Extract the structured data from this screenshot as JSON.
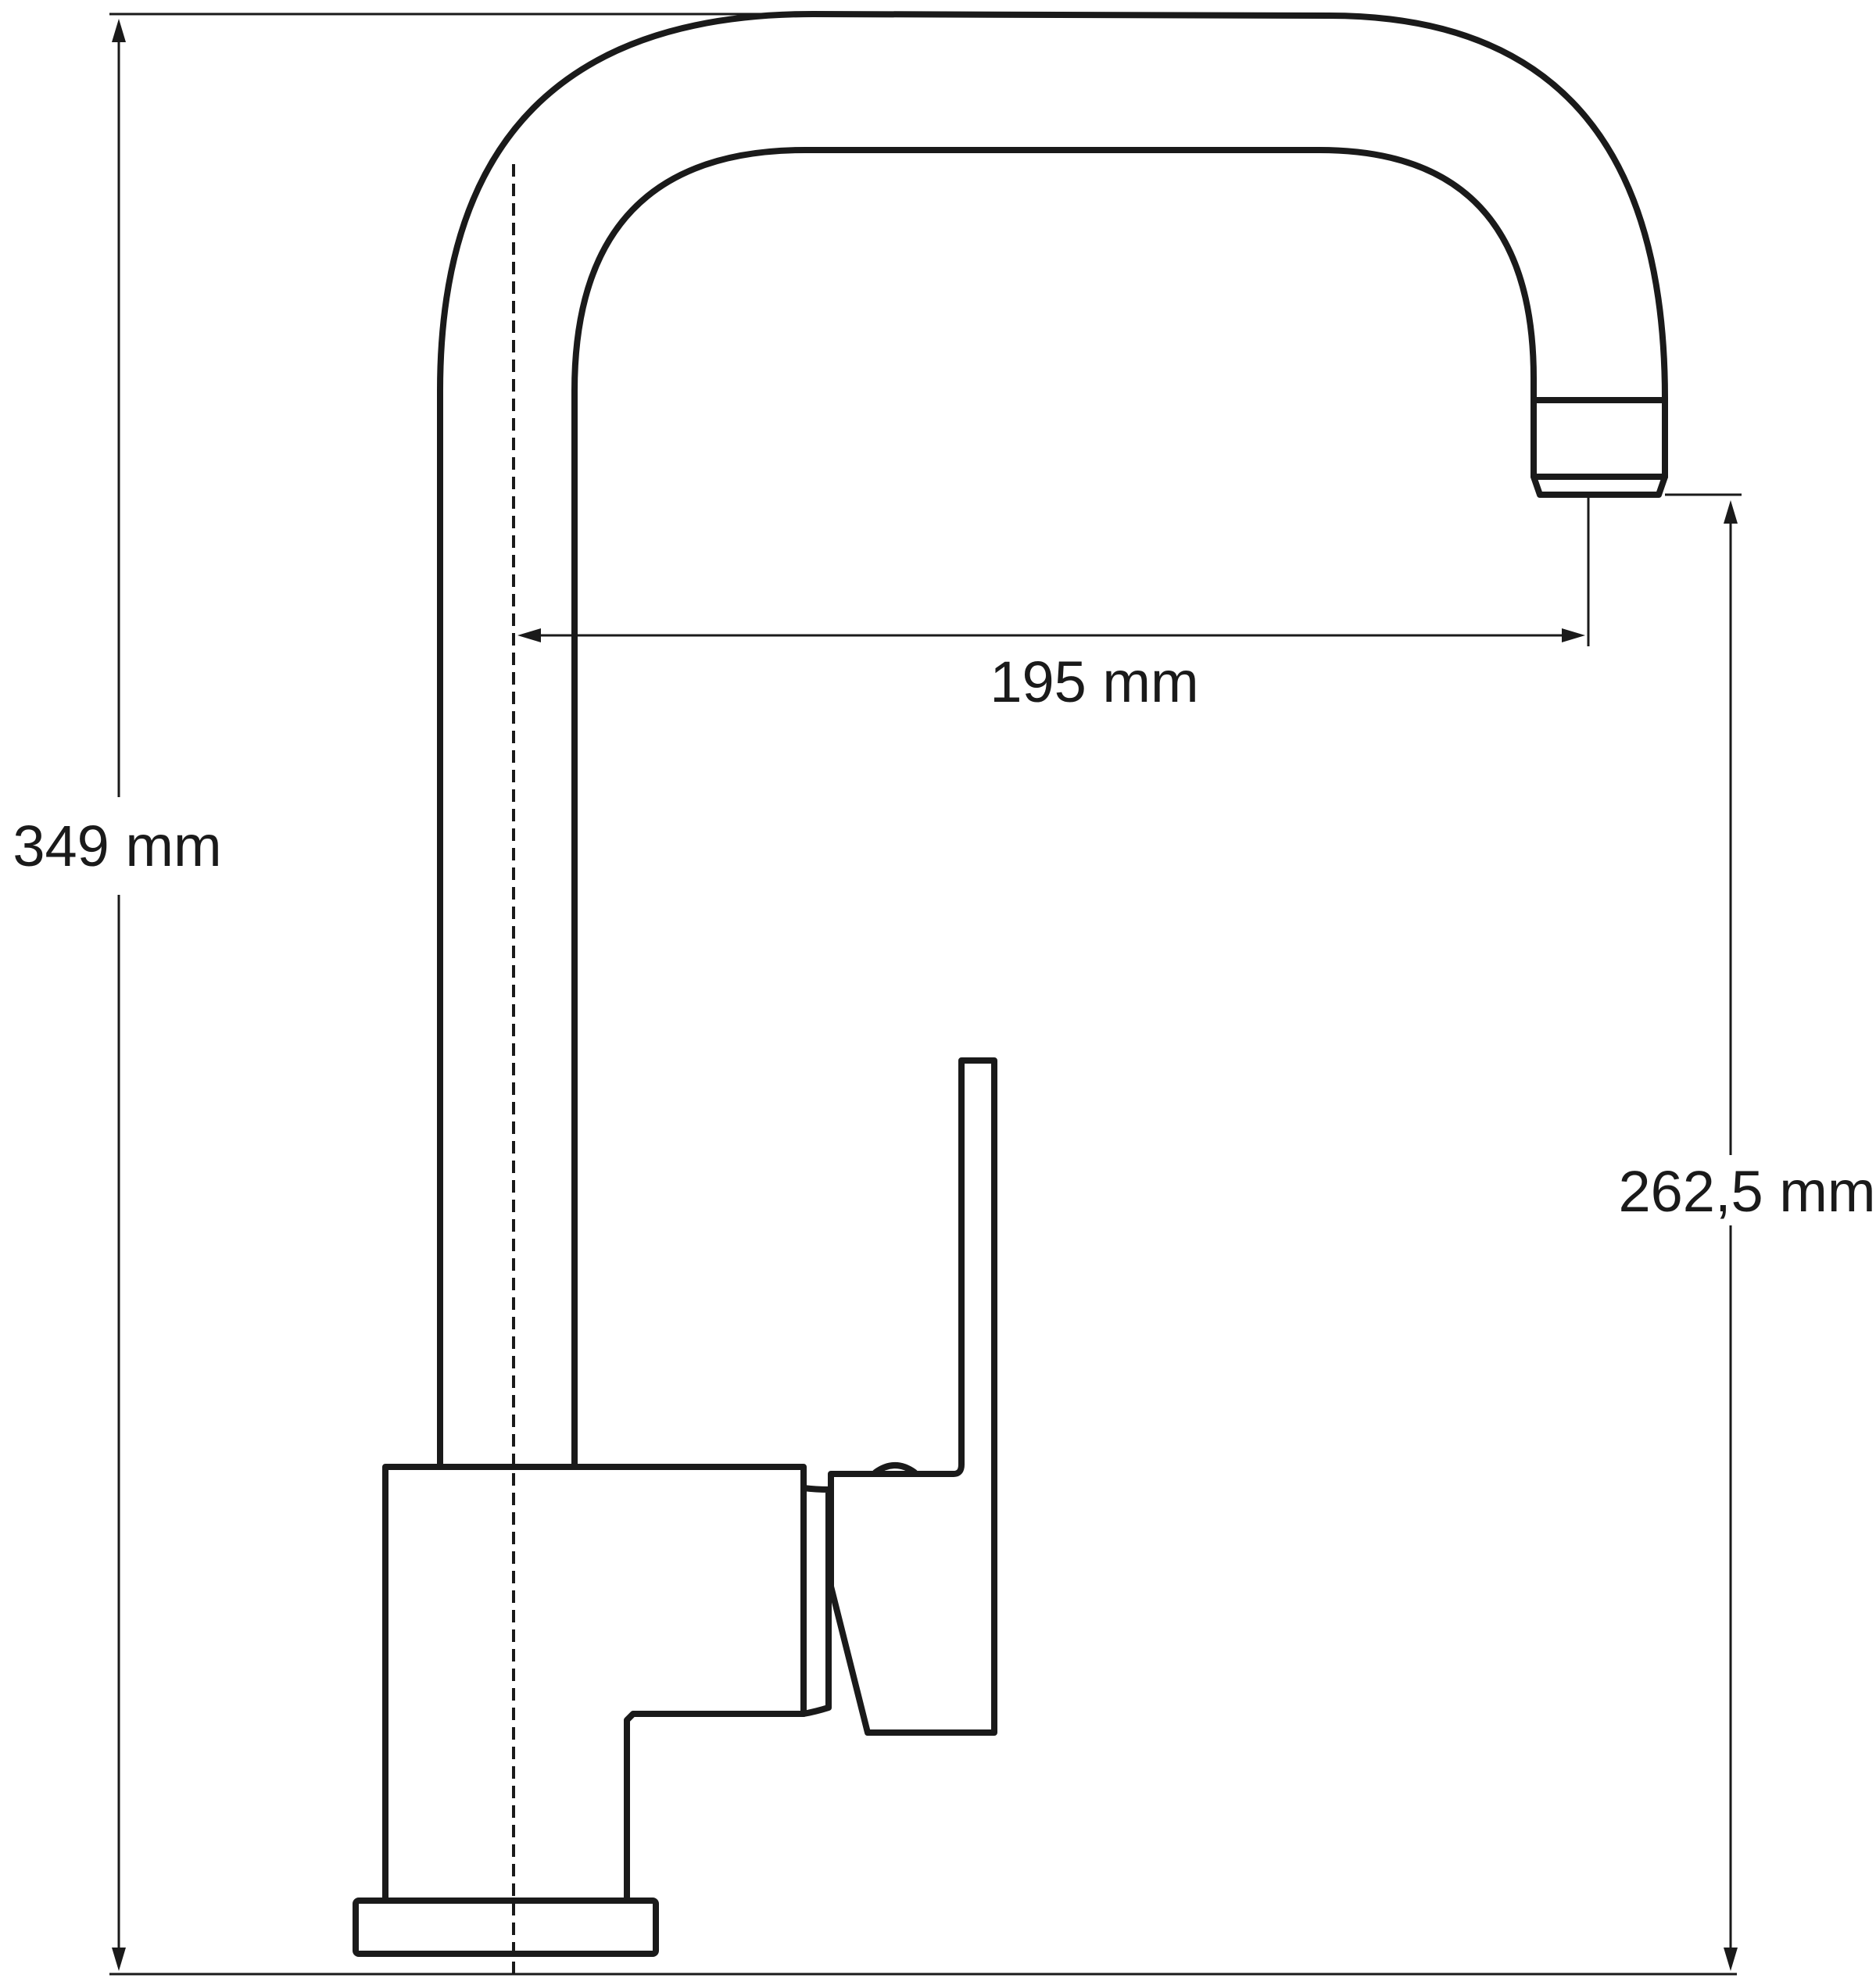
{
  "dimensions": {
    "total_height": "349 mm",
    "spout_height": "262,5 mm",
    "spout_reach": "195 mm"
  }
}
